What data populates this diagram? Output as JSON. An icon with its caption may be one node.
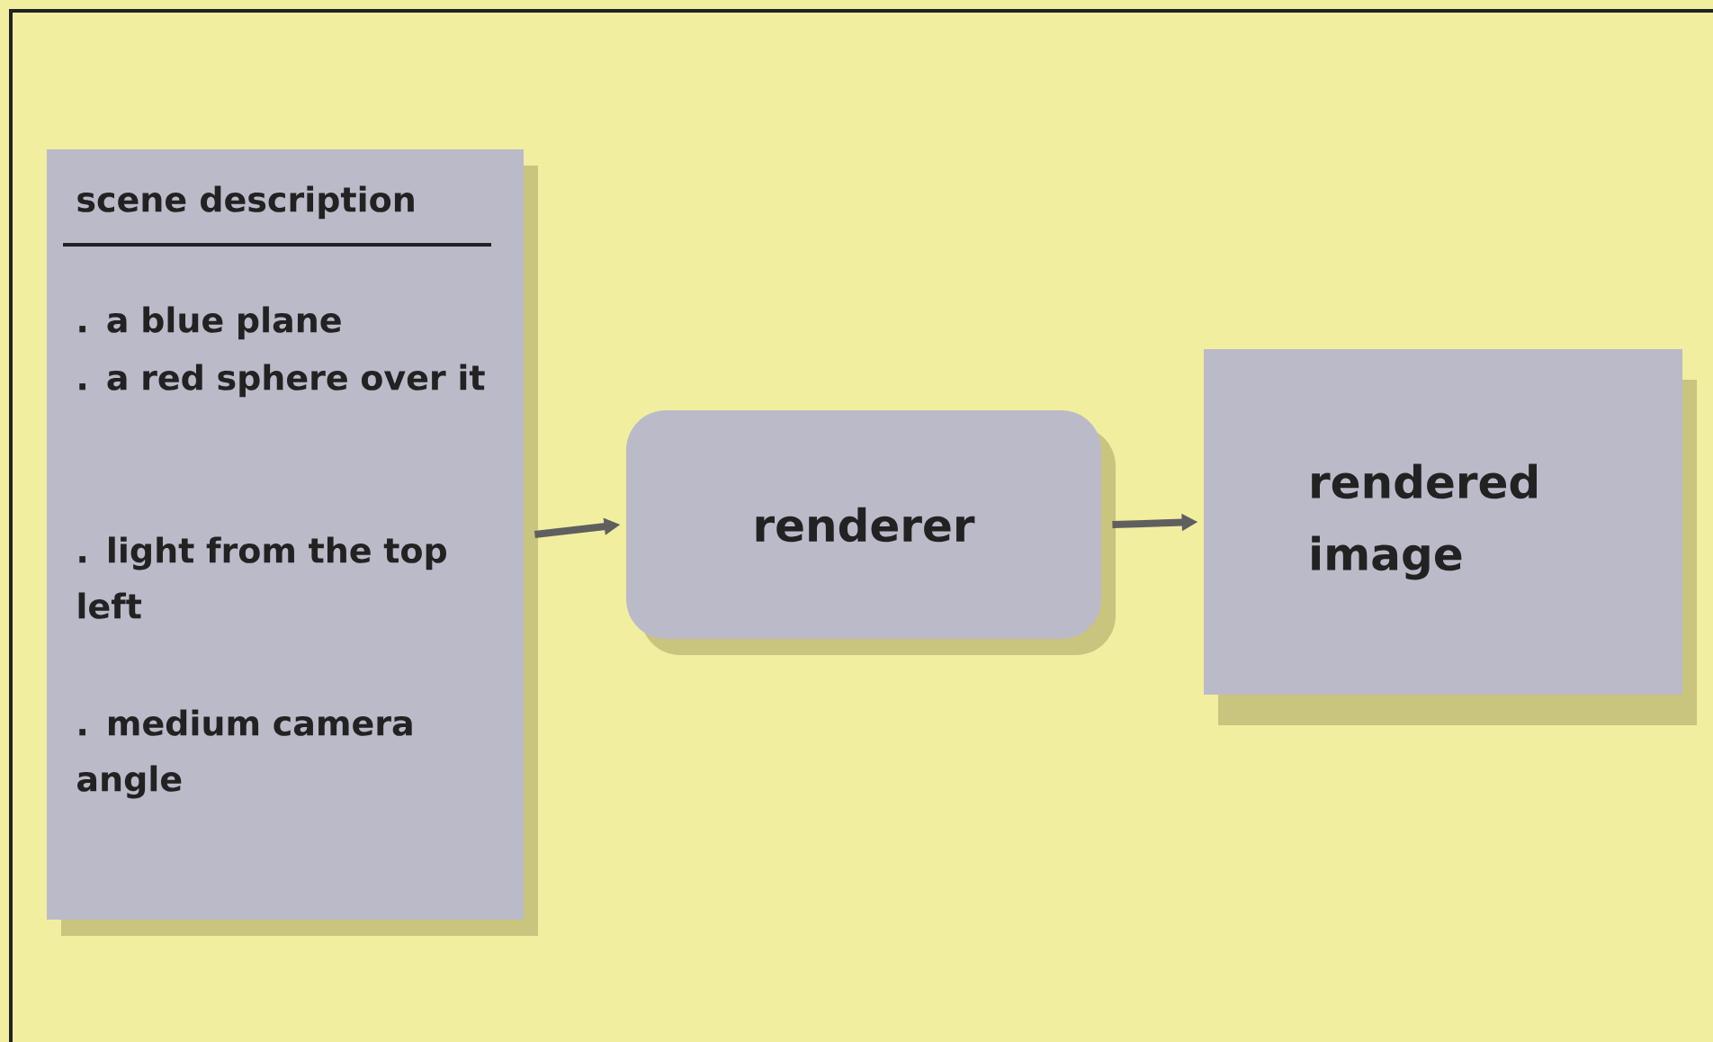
{
  "diagram": {
    "nodes": [
      {
        "text": [
          "scene description",
          ". a blue plane",
          ". a red sphere over it",
          ". light from the top left",
          ". medium camera angle"
        ]
      },
      {
        "text": [
          "renderer"
        ]
      },
      {
        "text": [
          "rendered image"
        ]
      }
    ],
    "edges": [
      {
        "from": 0,
        "to": 1,
        "arrow": "to"
      },
      {
        "from": 1,
        "to": 2,
        "arrow": "to"
      }
    ]
  }
}
